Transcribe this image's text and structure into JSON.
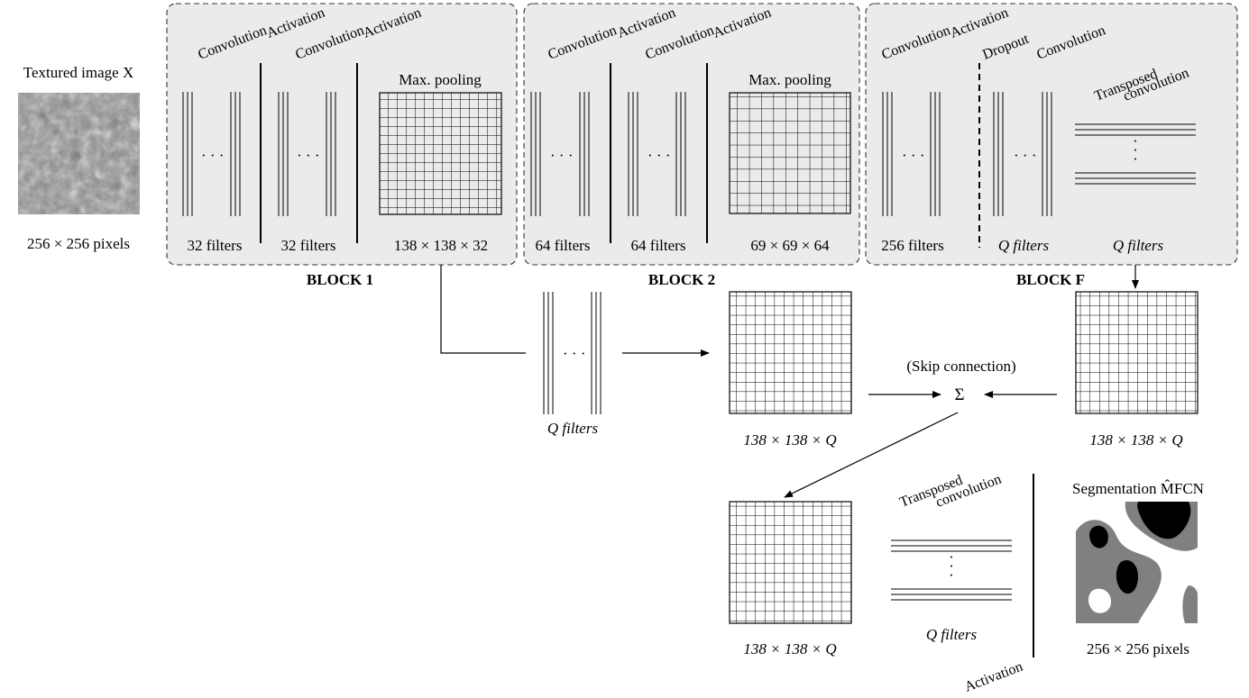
{
  "input": {
    "title": "Textured image X",
    "size": "256 × 256 pixels"
  },
  "blocks": [
    {
      "name": "BLOCK 1",
      "ops": [
        "Convolution",
        "Activation",
        "Convolution",
        "Activation"
      ],
      "pool_label": "Max. pooling",
      "filters": [
        "32 filters",
        "32 filters"
      ],
      "pool_size": "138 × 138 × 32"
    },
    {
      "name": "BLOCK 2",
      "ops": [
        "Convolution",
        "Activation",
        "Convolution",
        "Activation"
      ],
      "pool_label": "Max. pooling",
      "filters": [
        "64 filters",
        "64 filters"
      ],
      "pool_size": "69 × 69 × 64"
    },
    {
      "name": "BLOCK F",
      "ops": [
        "Convolution",
        "Activation",
        "Dropout",
        "Convolution"
      ],
      "tconv_label": [
        "Transposed",
        "convolution"
      ],
      "filters": [
        "256 filters",
        "Q filters",
        "Q filters"
      ]
    }
  ],
  "middle": {
    "q_filters": "Q filters",
    "map1": "138 × 138 × Q",
    "skip": "(Skip connection)",
    "sum": "Σ",
    "map2": "138 × 138 × Q"
  },
  "bottom": {
    "map": "138 × 138 × Q",
    "tconv_label": [
      "Transposed",
      "convolution"
    ],
    "q_filters": "Q filters",
    "activation": "Activation",
    "output_title": "Segmentation M̂FCN",
    "output_size": "256 × 256 pixels"
  },
  "colors": {
    "box_fill": "#ebebeb",
    "seg_gray": "#808080",
    "seg_black": "#000000"
  }
}
